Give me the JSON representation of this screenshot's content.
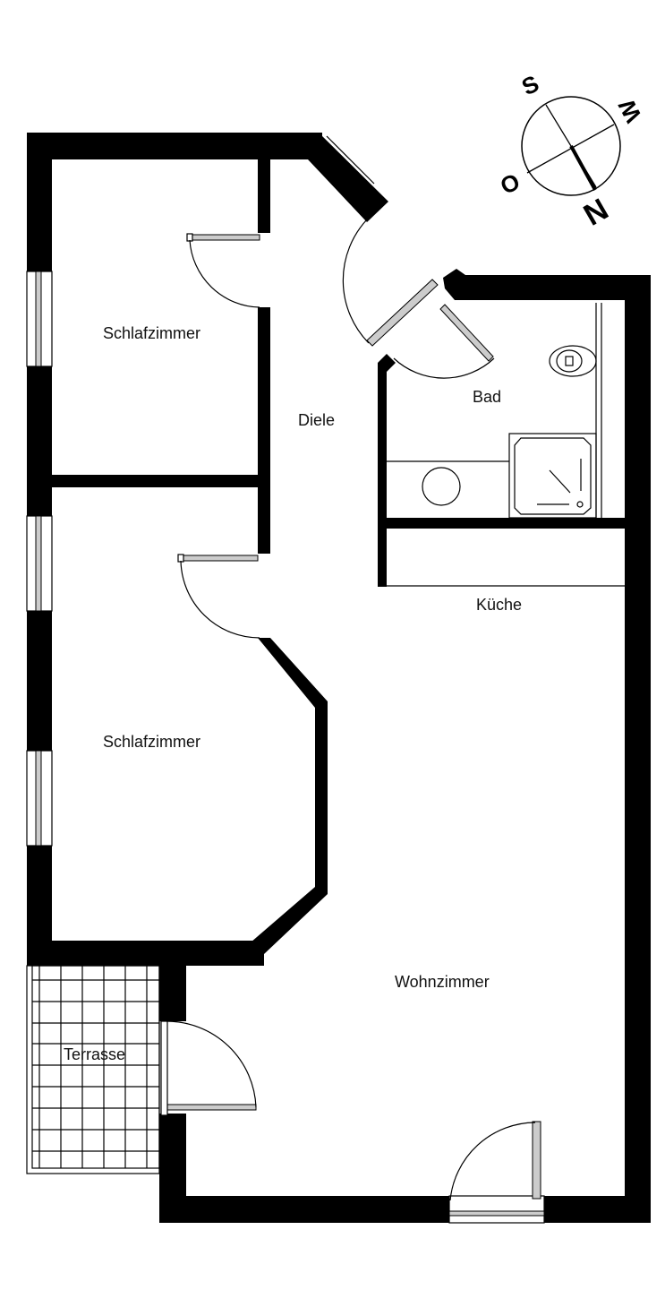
{
  "floorplan": {
    "rooms": [
      {
        "id": "schlafzimmer_1",
        "label": "Schlafzimmer"
      },
      {
        "id": "diele",
        "label": "Diele"
      },
      {
        "id": "bad",
        "label": "Bad"
      },
      {
        "id": "kueche",
        "label": "Küche"
      },
      {
        "id": "schlafzimmer_2",
        "label": "Schlafzimmer"
      },
      {
        "id": "wohnzimmer",
        "label": "Wohnzimmer"
      },
      {
        "id": "terrasse",
        "label": "Terrasse"
      }
    ],
    "compass": {
      "north": "N",
      "south": "S",
      "east": "O",
      "west": "W"
    },
    "colors": {
      "wall": "#000000",
      "background": "#ffffff",
      "window_fill": "#cccccc"
    }
  }
}
